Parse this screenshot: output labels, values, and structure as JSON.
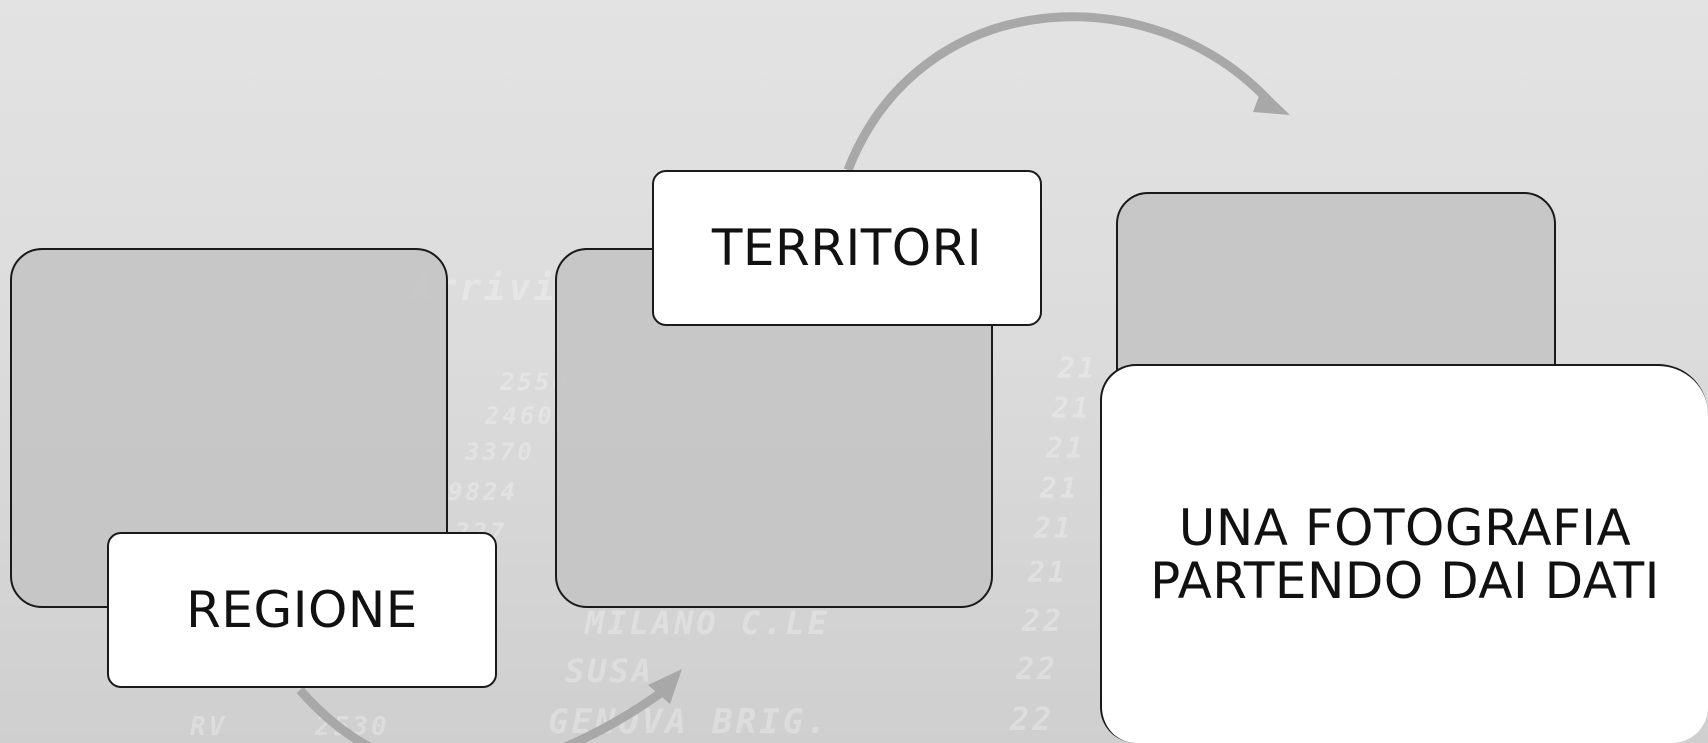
{
  "diagram": {
    "steps": [
      {
        "label": "REGIONE"
      },
      {
        "label": "TERRITORI"
      },
      {
        "label": "UNA FOTOGRAFIA PARTENDO DAI DATI"
      }
    ]
  },
  "background": {
    "board_rows": [
      {
        "destination": "Arrivi"
      },
      {
        "number": "2550"
      },
      {
        "number": "2460"
      },
      {
        "number": "3370"
      },
      {
        "number": "9824"
      },
      {
        "number": "227"
      },
      {
        "destination": "MILANO C.LE"
      },
      {
        "destination": "SUSA"
      },
      {
        "type": "RV",
        "number": "2530",
        "destination": "GENOVA BRIG."
      }
    ],
    "times": [
      "21",
      "21",
      "21",
      "21",
      "21",
      "21",
      "22",
      "22",
      "22"
    ]
  },
  "colors": {
    "background": "#dedede",
    "box_fill": "#c4c4c4",
    "label_fill": "#ffffff",
    "border": "#1a1a1a",
    "arrow": "#a8a8a8"
  }
}
